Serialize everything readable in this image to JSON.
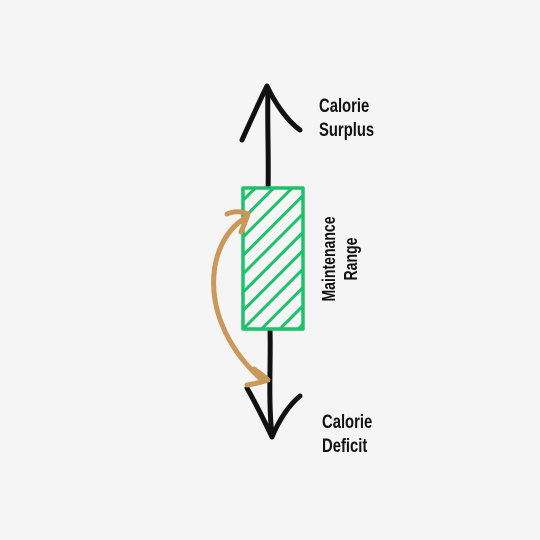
{
  "labels": {
    "surplus": [
      "Calorie",
      "Surplus"
    ],
    "deficit": [
      "Calorie",
      "Deficit"
    ],
    "maintenance": [
      "Maintenance",
      "Range"
    ]
  },
  "colors": {
    "background": "#f5f5f5",
    "arrow": "#111111",
    "range_box": "#1dc26a",
    "curved_arrow": "#c9985a"
  },
  "icons": {
    "up_arrow": "arrow-up-icon",
    "down_arrow": "arrow-down-icon",
    "curved_arrow": "double-headed-curved-arrow-icon"
  }
}
